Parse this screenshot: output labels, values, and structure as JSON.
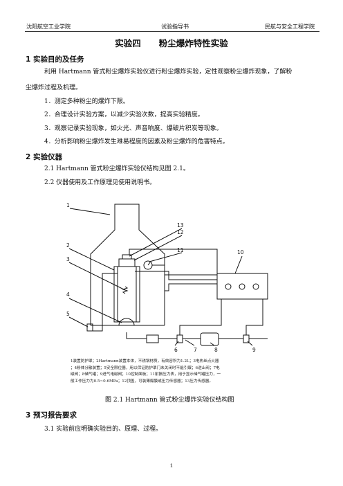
{
  "header": {
    "left": "沈阳航空工业学院",
    "center": "试验指导书",
    "right": "民航与安全工程学院"
  },
  "title": "实验四      粉尘爆炸特性实验",
  "section1": {
    "heading": "1 实验目的及任务",
    "intro_line1": "利用 Hartmann 管式粉尘爆炸实验仪进行粉尘爆炸实验，定性观察粉尘爆炸现象，了解粉",
    "intro_line2": "尘爆炸过程及机理。",
    "items": [
      "1．测定多种粉尘的爆炸下限。",
      "2．合理设计实验方案，以减少实验次数，提高实验精度。",
      "3．观察记录实验现象，如火光、声音响度、爆破片积炭等现象。",
      "4．分析影响粉尘爆炸发生难易程度的因素及粉尘爆炸的危害特点。"
    ]
  },
  "section2": {
    "heading": "2 实验仪器",
    "items": [
      "2.1 Hartmann 管式粉尘爆炸实验仪结构见图 2.1。",
      "2.2 仪器使用及工作原理见使用说明书。"
    ]
  },
  "figure": {
    "labels": [
      "1",
      "2",
      "3",
      "4",
      "5",
      "6",
      "7",
      "8",
      "9",
      "10",
      "11",
      "12",
      "13"
    ],
    "legend_line1": "1装置防护罩；2Hartmann装置本体，不锈钢材质，有效容积为1.2L；3电热丝点火器",
    "legend_line2": "；4粉体分散装置；5安全限位器，用以保证防护罩门未关闭时不能引爆；6逆止阀；7电",
    "legend_line3": "磁阀；8储气罐；9进气电磁阀；10控制面板；11耐振压力表，用于显示储气罐压力，一",
    "legend_line4": "般工作压力为0.5~0.6MPa；12顶盖，可装薄爆膜或压力传感器；13压力传感器。",
    "caption": "图 2.1  Hartmann 管式粉尘爆炸实验仪结构图"
  },
  "section3": {
    "heading": "3 预习报告要求",
    "items": [
      "3.1 实验前应明确实验目的、原理、过程。"
    ]
  },
  "page_number": "1"
}
